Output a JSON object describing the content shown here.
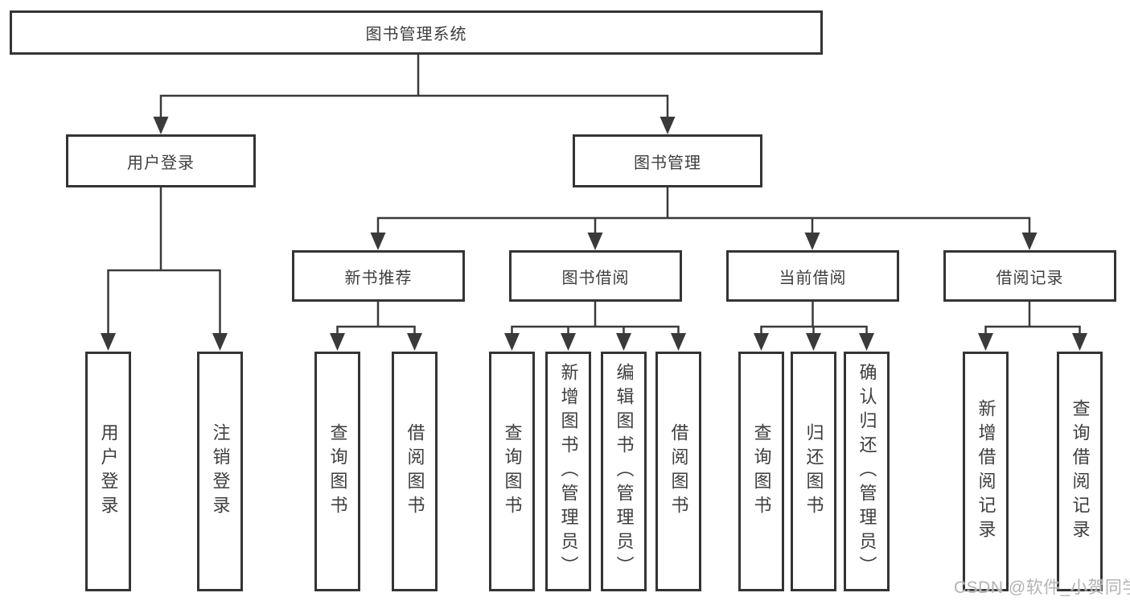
{
  "diagram": {
    "root": {
      "label": "图书管理系统"
    },
    "level2": [
      {
        "id": "user-login",
        "label": "用户登录"
      },
      {
        "id": "book-management",
        "label": "图书管理"
      }
    ],
    "level3": [
      {
        "id": "new-book-recommend",
        "label": "新书推荐"
      },
      {
        "id": "book-borrowing",
        "label": "图书借阅"
      },
      {
        "id": "current-borrowing",
        "label": "当前借阅"
      },
      {
        "id": "borrowing-records",
        "label": "借阅记录"
      }
    ],
    "leaves": [
      {
        "group": "user-login",
        "label": "用户登录"
      },
      {
        "group": "user-login",
        "label": "注销登录"
      },
      {
        "group": "new-book-recommend",
        "label": "查询图书"
      },
      {
        "group": "new-book-recommend",
        "label": "借阅图书"
      },
      {
        "group": "book-borrowing",
        "label": "查询图书"
      },
      {
        "group": "book-borrowing",
        "label": "新增图书（管理员）"
      },
      {
        "group": "book-borrowing",
        "label": "编辑图书（管理员）"
      },
      {
        "group": "book-borrowing",
        "label": "借阅图书"
      },
      {
        "group": "current-borrowing",
        "label": "查询图书"
      },
      {
        "group": "current-borrowing",
        "label": "归还图书"
      },
      {
        "group": "current-borrowing",
        "label": "确认归还（管理员）"
      },
      {
        "group": "borrowing-records",
        "label": "新增借阅记录"
      },
      {
        "group": "borrowing-records",
        "label": "查询借阅记录"
      }
    ],
    "watermark": "CSDN @软件_小贺同学",
    "line_color": "#3a3a3a",
    "border_color": "#343434",
    "text_color": "#3e3e3e",
    "watermark_color": "#b3b3b3"
  }
}
